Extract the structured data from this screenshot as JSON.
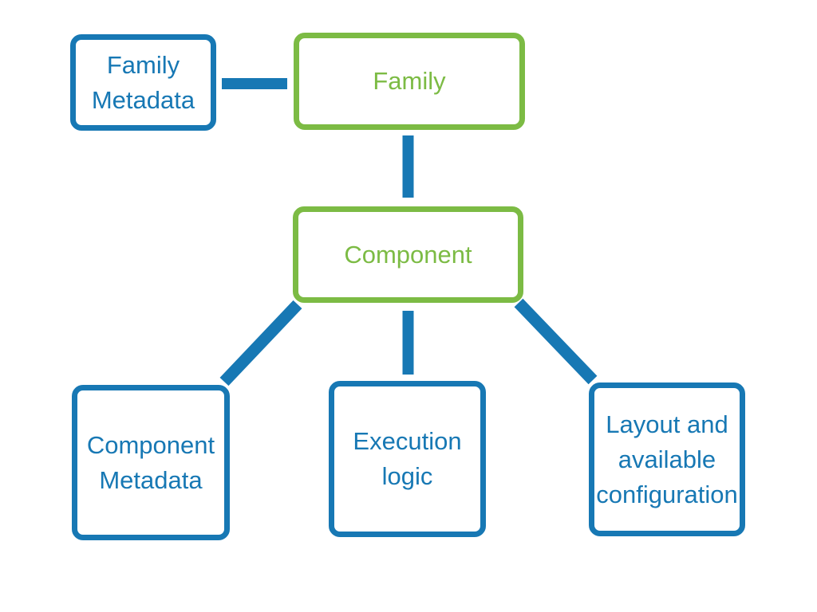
{
  "colors": {
    "blue_accent": "#1778b4",
    "green_accent": "#7cbb44",
    "background": "#ffffff"
  },
  "nodes": {
    "family_metadata": {
      "label": "Family\nMetadata",
      "color": "#1778b4"
    },
    "family": {
      "label": "Family",
      "color": "#7cbb44"
    },
    "component": {
      "label": "Component",
      "color": "#7cbb44"
    },
    "component_metadata": {
      "label": "Component\nMetadata",
      "color": "#1778b4"
    },
    "execution_logic": {
      "label": "Execution\nlogic",
      "color": "#1778b4"
    },
    "layout_configuration": {
      "label": "Layout and\navailable\nconfiguration",
      "color": "#1778b4"
    }
  },
  "edges": [
    {
      "from": "family_metadata",
      "to": "family"
    },
    {
      "from": "family",
      "to": "component"
    },
    {
      "from": "component",
      "to": "component_metadata"
    },
    {
      "from": "component",
      "to": "execution_logic"
    },
    {
      "from": "component",
      "to": "layout_configuration"
    }
  ]
}
